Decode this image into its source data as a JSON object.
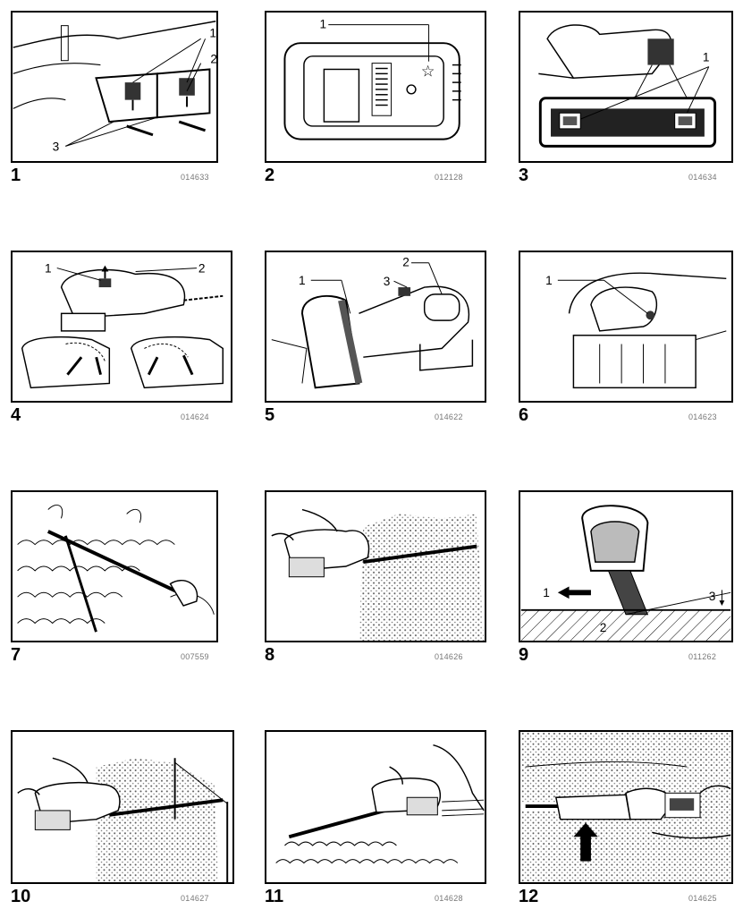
{
  "figures": [
    {
      "number": "1",
      "code": "014633",
      "callouts": [
        "1",
        "2",
        "3"
      ]
    },
    {
      "number": "2",
      "code": "012128",
      "callouts": [
        "1"
      ]
    },
    {
      "number": "3",
      "code": "014634",
      "callouts": [
        "1"
      ]
    },
    {
      "number": "4",
      "code": "014624",
      "callouts": [
        "1",
        "2"
      ]
    },
    {
      "number": "5",
      "code": "014622",
      "callouts": [
        "1",
        "3",
        "2"
      ]
    },
    {
      "number": "6",
      "code": "014623",
      "callouts": [
        "1"
      ]
    },
    {
      "number": "7",
      "code": "007559",
      "callouts": []
    },
    {
      "number": "8",
      "code": "014626",
      "callouts": []
    },
    {
      "number": "9",
      "code": "011262",
      "callouts": [
        "1",
        "2",
        "3"
      ]
    },
    {
      "number": "10",
      "code": "014627",
      "callouts": []
    },
    {
      "number": "11",
      "code": "014628",
      "callouts": []
    },
    {
      "number": "12",
      "code": "014625",
      "callouts": []
    }
  ]
}
